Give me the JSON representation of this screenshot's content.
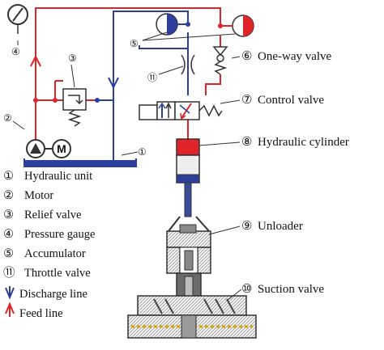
{
  "colors": {
    "feed": "#e0242a",
    "discharge": "#2c3f9c",
    "metal": "#6b6b6b",
    "dark": "#333333"
  },
  "callouts": [
    {
      "num": "⑤",
      "label": ""
    },
    {
      "num": "⑥",
      "label": "One-way valve"
    },
    {
      "num": "⑦",
      "label": "Control valve"
    },
    {
      "num": "⑧",
      "label": "Hydraulic cylinder"
    },
    {
      "num": "⑨",
      "label": "Unloader"
    },
    {
      "num": "⑩",
      "label": "Suction valve"
    },
    {
      "num": "⑪",
      "label": ""
    },
    {
      "num": "①",
      "label": ""
    },
    {
      "num": "②",
      "label": ""
    },
    {
      "num": "③",
      "label": ""
    },
    {
      "num": "④",
      "label": ""
    }
  ],
  "legend": [
    {
      "num": "①",
      "label": "Hydraulic unit"
    },
    {
      "num": "②",
      "label": "Motor"
    },
    {
      "num": "③",
      "label": "Relief valve"
    },
    {
      "num": "④",
      "label": "Pressure gauge"
    },
    {
      "num": "⑤",
      "label": "Accumulator"
    },
    {
      "num": "⑪",
      "label": "Throttle valve"
    }
  ],
  "lines_legend": [
    {
      "icon": "down-arrow",
      "label": "Discharge line"
    },
    {
      "icon": "up-arrow",
      "label": "Feed line"
    }
  ],
  "symbols": {
    "motor_letter": "M"
  }
}
